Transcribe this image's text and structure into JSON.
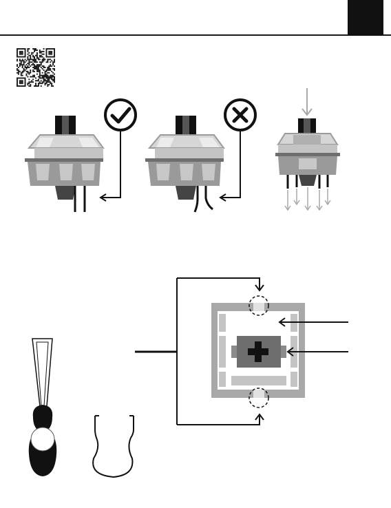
{
  "header": {
    "page_number": ""
  },
  "colors": {
    "ink": "#111111",
    "switch_housing": "#9a9a9a",
    "switch_top": "#c4c4c4",
    "switch_light": "#e2e2e2",
    "switch_dark": "#6e6e6e",
    "arrow_gray": "#a8a8a8"
  },
  "icons": {
    "qr": "qr-code",
    "ok": "check-circle-icon",
    "bad": "x-circle-icon",
    "press": "down-arrow-icon"
  },
  "figures": [
    {
      "id": "switch-straight-pins",
      "status": "correct"
    },
    {
      "id": "switch-bent-pins",
      "status": "incorrect"
    },
    {
      "id": "switch-insert-direction",
      "status": "info"
    },
    {
      "id": "switch-puller-tool"
    },
    {
      "id": "spring-clip"
    },
    {
      "id": "plate-top-view"
    }
  ]
}
